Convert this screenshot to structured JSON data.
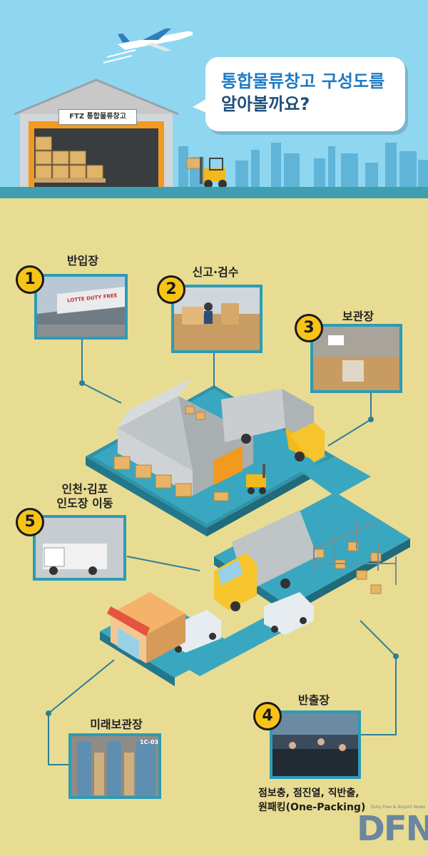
{
  "header": {
    "bubble_line1": "통합물류창고 구성도를",
    "bubble_line2": "알아볼까요?",
    "warehouse_sign": "FTZ 통합물류창고"
  },
  "steps": [
    {
      "number": "1",
      "label": "반입장",
      "photo_sign": "LOTTE DUTY FREE"
    },
    {
      "number": "2",
      "label": "신고·검수"
    },
    {
      "number": "3",
      "label": "보관장"
    },
    {
      "number": "4",
      "label": "반출장",
      "note_line1": "점보충, 점진열, 직반출,",
      "note_line2": "원패킹(One-Packing)"
    },
    {
      "number": "5",
      "label_line1": "인천·김포",
      "label_line2": "인도장 이동"
    }
  ],
  "extra": {
    "label": "미래보관장",
    "photo_sign": "1C-03"
  },
  "watermark": {
    "logo": "DFN",
    "tagline": "Duty Free & Airport News"
  },
  "colors": {
    "background": "#e8dc93",
    "sky": "#8fd6f1",
    "accent": "#2d9bb5",
    "number_badge": "#f6c416",
    "title_text": "#1f4f7a"
  }
}
